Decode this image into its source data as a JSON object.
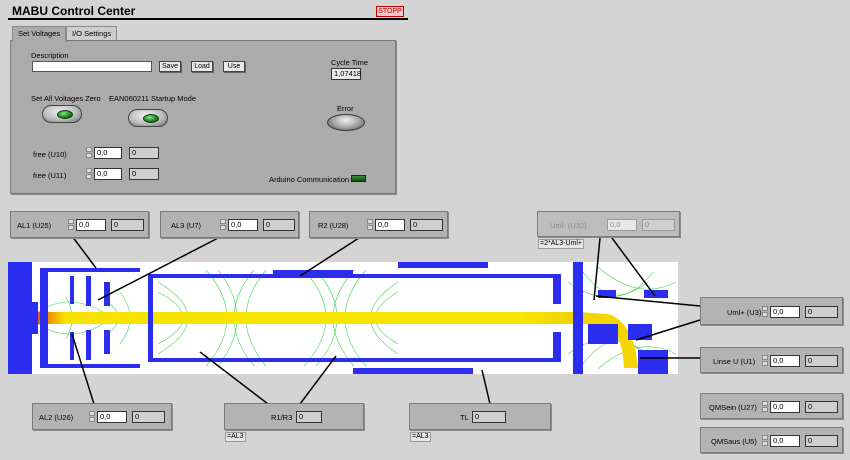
{
  "app": {
    "title": "MABU Control Center",
    "stop_label": "STOPP"
  },
  "tabs": [
    {
      "label": "Set Voltages",
      "active": true
    },
    {
      "label": "I/O Settings",
      "active": false
    }
  ],
  "panel": {
    "description_label": "Description",
    "description_value": "",
    "save_label": "Save",
    "load_label": "Load",
    "use_label": "Use",
    "cycle_time_label": "Cycle Time",
    "cycle_time_value": "1,07418",
    "zero_label": "Set All Voltages Zero",
    "startup_label": "EAN060211 Startup Mode",
    "error_label": "Error",
    "arduino_label": "Arduino Communication",
    "free_u10": {
      "label": "free (U10)",
      "set": "0,0",
      "read": "0"
    },
    "free_u11": {
      "label": "free (U11)",
      "set": "0,0",
      "read": "0"
    }
  },
  "controls": {
    "al1": {
      "label": "AL1 (U25)",
      "set": "0,0",
      "read": "0"
    },
    "al3": {
      "label": "AL3 (U7)",
      "set": "0,0",
      "read": "0"
    },
    "r2": {
      "label": "R2 (U28)",
      "set": "0,0",
      "read": "0"
    },
    "umlminus": {
      "label": "Uml- (U32)",
      "set": "0,0",
      "read": "0",
      "formula": "=2*AL3-Uml+"
    },
    "umlplus": {
      "label": "Uml+ (U3)",
      "set": "0,0",
      "read": "0"
    },
    "linse": {
      "label": "Linse U (U1)",
      "set": "0,0",
      "read": "0"
    },
    "al2": {
      "label": "AL2 (U26)",
      "set": "0,0",
      "read": "0"
    },
    "r1r3": {
      "label": "R1/R3",
      "read": "0",
      "formula": "=AL3"
    },
    "tl": {
      "label": "TL",
      "read": "0",
      "formula": "=AL3"
    },
    "qmsein": {
      "label": "QMSein (U27)",
      "set": "0,0",
      "read": "0"
    },
    "qmsaus": {
      "label": "QMSaus (U5)",
      "set": "0,0",
      "read": "0"
    }
  },
  "colors": {
    "electrode": "#2b2ef0",
    "beam": "#f5e600",
    "field_lines": "#2fd03a",
    "accent_red": "#c00000"
  }
}
